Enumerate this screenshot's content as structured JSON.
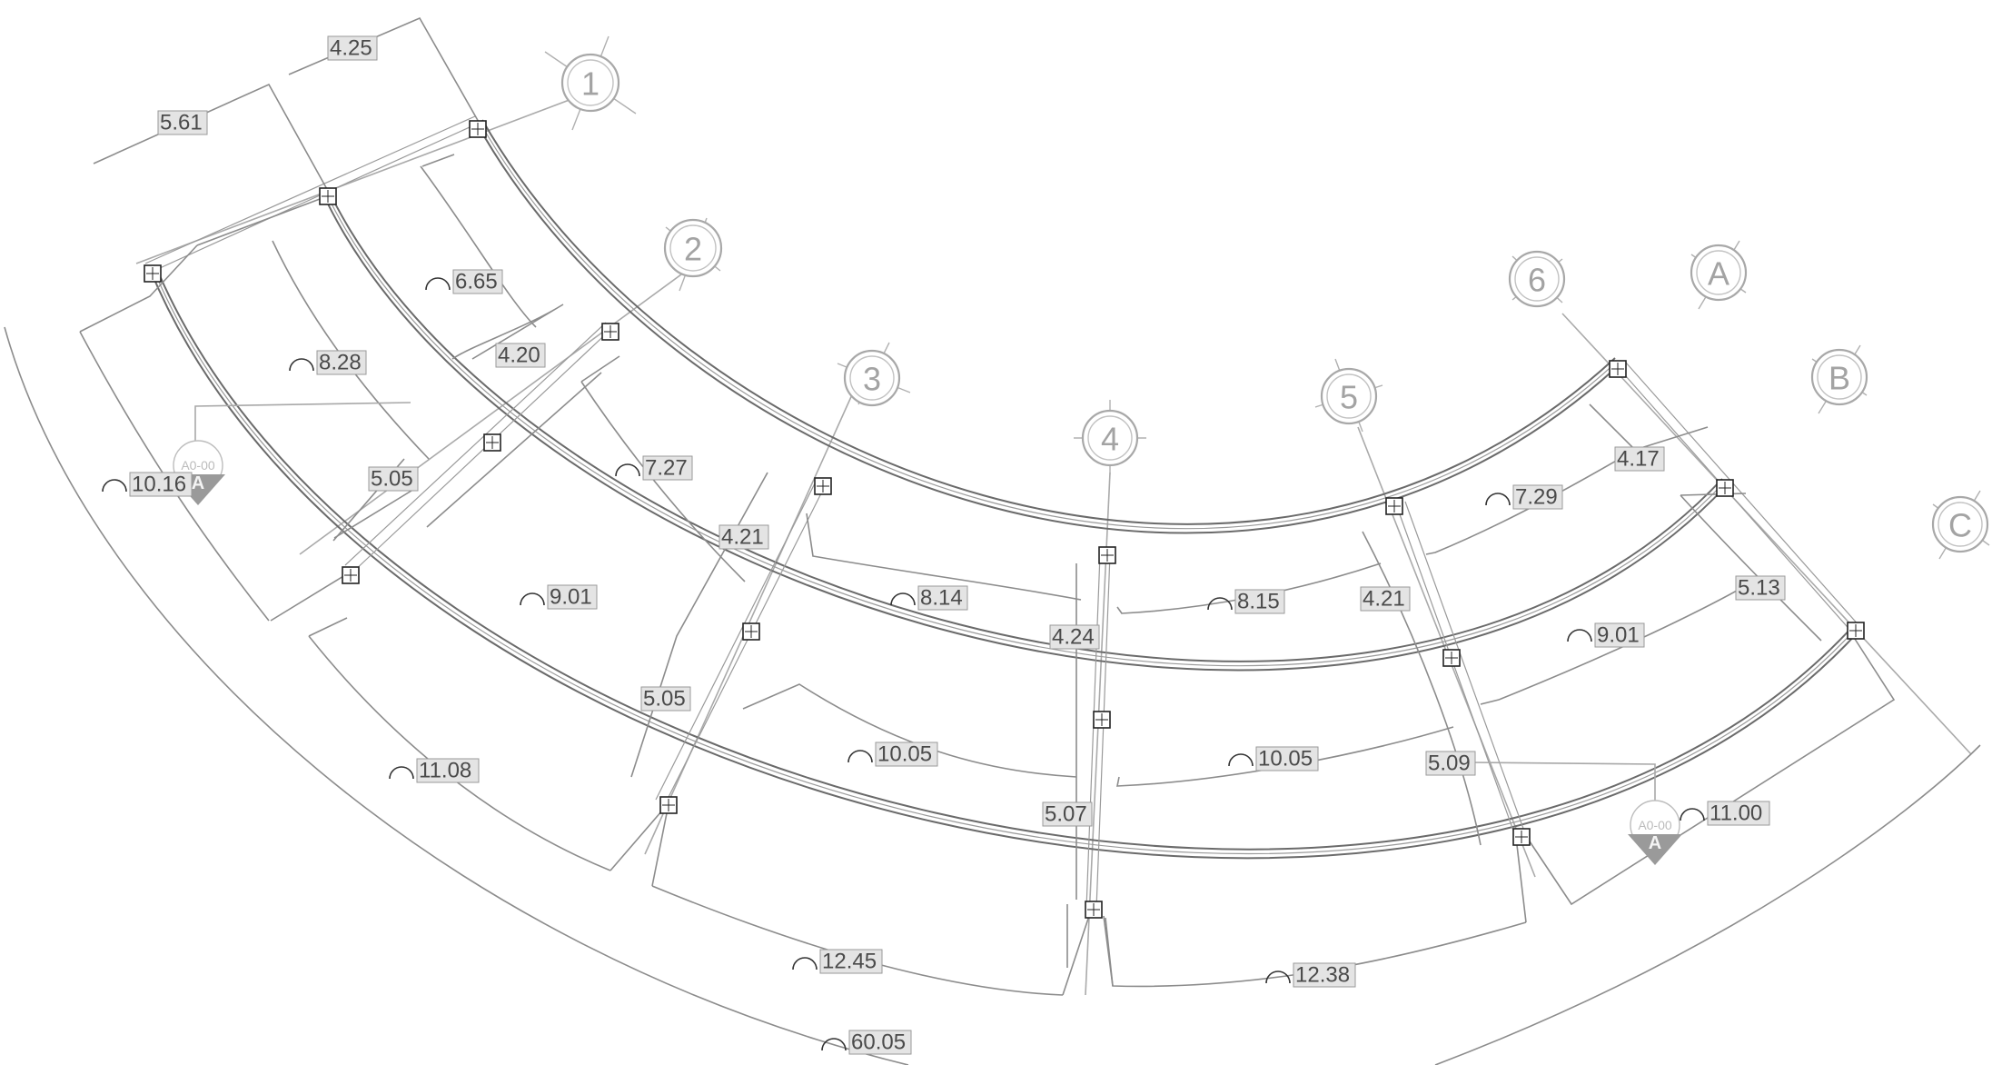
{
  "grid_bubbles": [
    {
      "label": "1"
    },
    {
      "label": "2"
    },
    {
      "label": "3"
    },
    {
      "label": "4"
    },
    {
      "label": "5"
    },
    {
      "label": "6"
    },
    {
      "label": "A"
    },
    {
      "label": "B"
    },
    {
      "label": "C"
    }
  ],
  "dimensions": [
    {
      "text": "4.25",
      "arc": false
    },
    {
      "text": "5.61",
      "arc": false
    },
    {
      "text": "6.65",
      "arc": true
    },
    {
      "text": "8.28",
      "arc": true
    },
    {
      "text": "4.20",
      "arc": false
    },
    {
      "text": "10.16",
      "arc": true
    },
    {
      "text": "5.05",
      "arc": false
    },
    {
      "text": "7.27",
      "arc": true
    },
    {
      "text": "4.21",
      "arc": false
    },
    {
      "text": "9.01",
      "arc": true
    },
    {
      "text": "8.14",
      "arc": true
    },
    {
      "text": "4.24",
      "arc": false
    },
    {
      "text": "8.15",
      "arc": true
    },
    {
      "text": "4.21",
      "arc": false
    },
    {
      "text": "7.29",
      "arc": true
    },
    {
      "text": "4.17",
      "arc": false
    },
    {
      "text": "5.13",
      "arc": false
    },
    {
      "text": "9.01",
      "arc": true
    },
    {
      "text": "5.05",
      "arc": false
    },
    {
      "text": "11.08",
      "arc": true
    },
    {
      "text": "10.05",
      "arc": true
    },
    {
      "text": "5.07",
      "arc": false
    },
    {
      "text": "10.05",
      "arc": true
    },
    {
      "text": "5.09",
      "arc": false
    },
    {
      "text": "11.00",
      "arc": true
    },
    {
      "text": "12.45",
      "arc": true
    },
    {
      "text": "12.38",
      "arc": true
    },
    {
      "text": "60.05",
      "arc": true
    }
  ],
  "section_markers": [
    {
      "sheet": "A0-00",
      "letter": "A"
    },
    {
      "sheet": "A0-00",
      "letter": "A"
    }
  ]
}
